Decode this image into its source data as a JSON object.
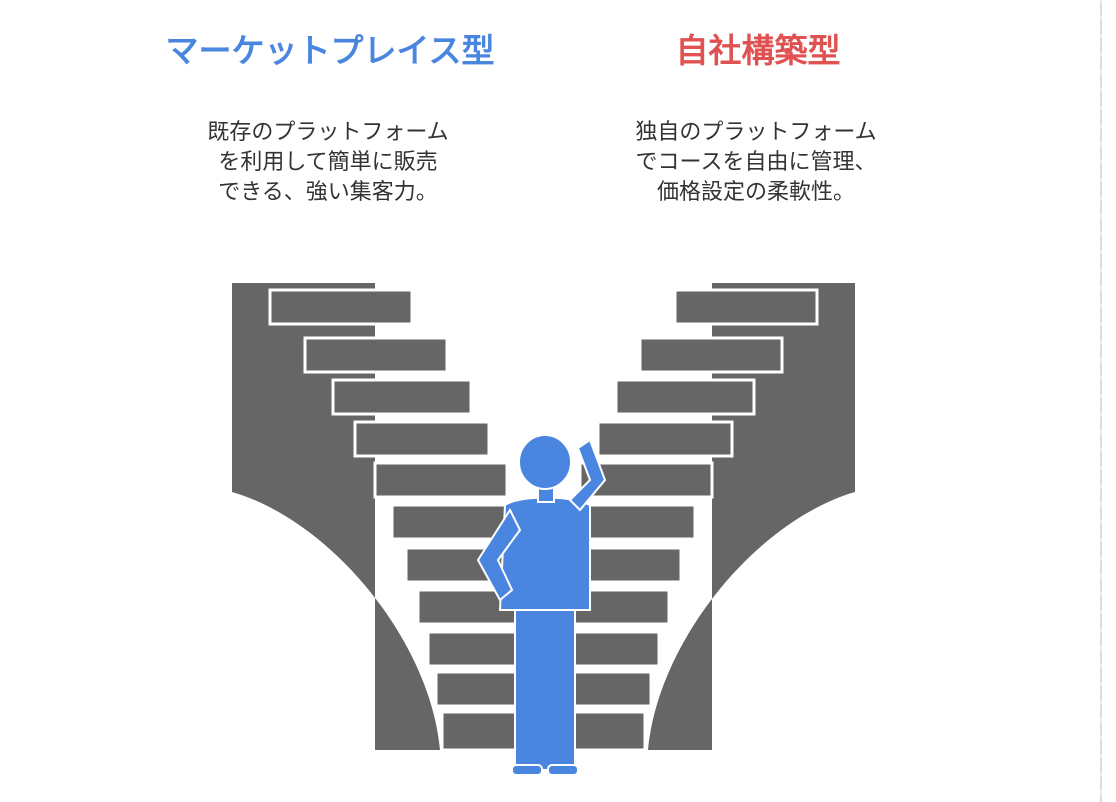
{
  "left": {
    "title": "マーケットプレイス型",
    "lines": [
      "既存のプラットフォーム",
      "を利用して簡単に販売",
      "できる、強い集客力。"
    ],
    "color": "#4a86e0"
  },
  "right": {
    "title": "自社構築型",
    "lines": [
      "独自のプラットフォーム",
      "でコースを自由に管理、",
      "価格設定の柔軟性。"
    ],
    "color": "#e05252"
  },
  "illustration": {
    "stairs_color": "#666666",
    "person_color": "#4a86e0"
  }
}
